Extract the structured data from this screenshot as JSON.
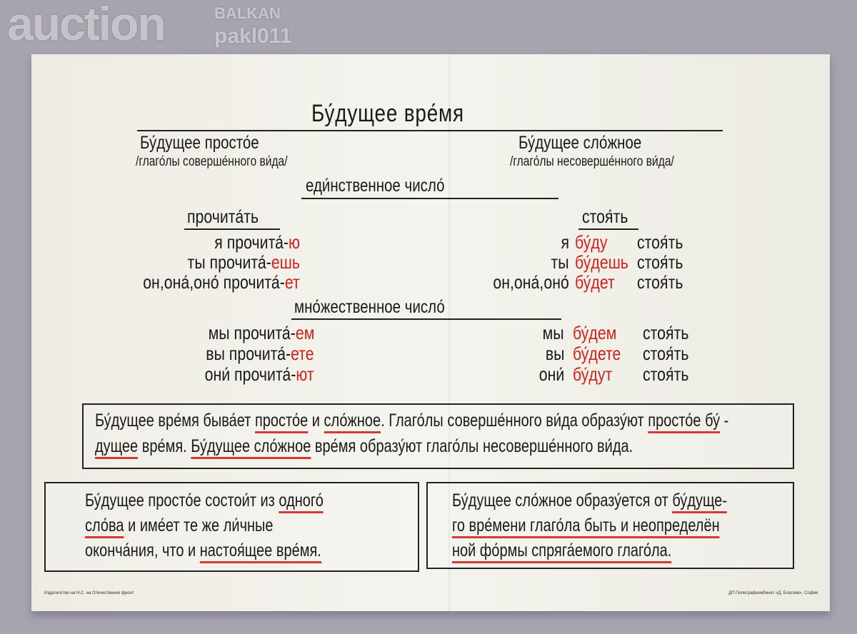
{
  "title": "Бу́дущее вре́мя",
  "left_header": {
    "title": "Бу́дущее просто́е",
    "note": "/глаго́лы соверше́нного ви́да/"
  },
  "right_header": {
    "title": "Бу́дущее сло́жное",
    "note": "/глаго́лы несоверше́нного ви́да/"
  },
  "singular": {
    "heading": "еди́нственное число́",
    "left_verb": "прочита́ть",
    "right_verb": "стоя́ть",
    "left_rows": [
      {
        "stem": "я прочита́-",
        "ending": "ю"
      },
      {
        "stem": "ты прочита́-",
        "ending": "ешь"
      },
      {
        "stem": "он,она́,оно́ прочита́-",
        "ending": "ет"
      }
    ],
    "right_rows": [
      {
        "pronoun": "я",
        "aux": "бу́ду",
        "verb": "стоя́ть"
      },
      {
        "pronoun": "ты",
        "aux": "бу́дешь",
        "verb": "стоя́ть"
      },
      {
        "pronoun": "он,она́,оно́",
        "aux": "бу́дет",
        "verb": "стоя́ть"
      }
    ]
  },
  "plural": {
    "heading": "мно́жественное число́",
    "left_rows": [
      {
        "stem": "мы прочита́-",
        "ending": "ем"
      },
      {
        "stem": "вы прочита́-",
        "ending": "ете"
      },
      {
        "stem": "они́ прочита́-",
        "ending": "ют"
      }
    ],
    "right_rows": [
      {
        "pronoun": "мы",
        "aux": "бу́дем",
        "verb": "стоя́ть"
      },
      {
        "pronoun": "вы",
        "aux": "бу́дете",
        "verb": "стоя́ть"
      },
      {
        "pronoun": "они́",
        "aux": "бу́дут",
        "verb": "стоя́ть"
      }
    ]
  },
  "box_main": {
    "lines": [
      [
        {
          "t": "Бу́дущее вре́мя быва́ет "
        },
        {
          "t": "просто́е",
          "u": true
        },
        {
          "t": " и "
        },
        {
          "t": "сло́жное",
          "u": true
        },
        {
          "t": ". Глаго́лы соверше́нного ви́да  образу́ют "
        },
        {
          "t": "просто́е бу́",
          "u": true
        },
        {
          "t": " -"
        }
      ],
      [
        {
          "t": "дущее",
          "u": true
        },
        {
          "t": " вре́мя.  "
        },
        {
          "t": "Бу́дущее сло́жное",
          "u": true
        },
        {
          "t": " вре́мя  образу́ют глаго́лы несоверше́нного  ви́да."
        }
      ]
    ]
  },
  "box_left": {
    "lines": [
      [
        {
          "t": "Бу́дущее просто́е состои́т из "
        },
        {
          "t": "одного́",
          "u": true
        }
      ],
      [
        {
          "t": "сло́ва",
          "u": true
        },
        {
          "t": " и име́ет те же ли́чные"
        }
      ],
      [
        {
          "t": "оконча́ния, что и "
        },
        {
          "t": "настоя́щее вре́мя.",
          "u": true
        }
      ]
    ]
  },
  "box_right": {
    "lines": [
      [
        {
          "t": "Бу́дущее сло́жное образу́ется  от "
        },
        {
          "t": "бу́дуще-",
          "u": true
        }
      ],
      [
        {
          "t": "го вре́мени  глаго́ла  быть и  неопределён",
          "u": true
        }
      ],
      [
        {
          "t": "ной фо́рмы спряга́емого  глаго́ла.",
          "u": true
        }
      ]
    ]
  },
  "footer": {
    "left": "Издателство на Н.С. на Отечествения фронт",
    "right": "ДП Полиграфкомбинат «Д. Благоев», София"
  },
  "watermark": {
    "line1": "BALKAN",
    "line2": "auction",
    "line3": "pakl011"
  },
  "colors": {
    "accent_red": "#d0221c",
    "paper": "#f0eee6",
    "background": "#a7a4b0"
  }
}
